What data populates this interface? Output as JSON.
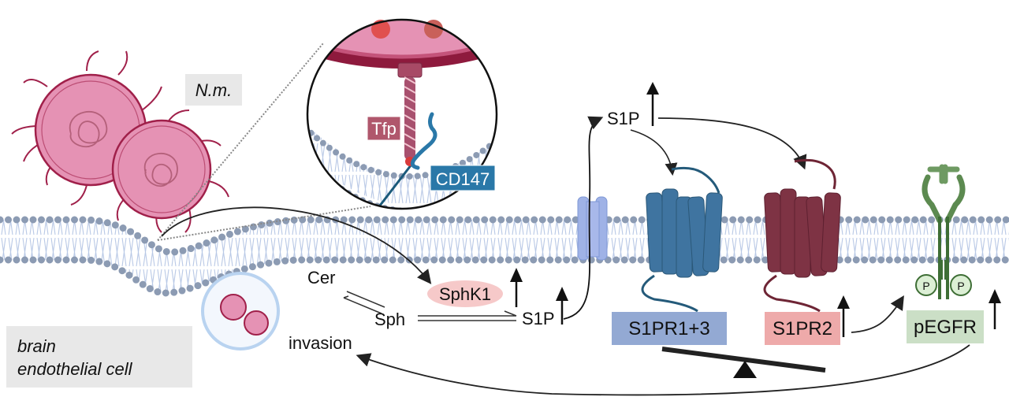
{
  "labels": {
    "bacterium": "N.m.",
    "pilus": "Tfp",
    "receptor_cd147": "CD147",
    "s1p_top": "S1P",
    "ceramide": "Cer",
    "sphingosine": "Sph",
    "kinase": "SphK1",
    "s1p_bottom": "S1P",
    "invasion": "invasion",
    "s1pr13": "S1PR1+3",
    "s1pr2": "S1PR2",
    "pegfr": "pEGFR",
    "phospho_1": "P",
    "phospho_2": "P",
    "cell_line1": "brain",
    "cell_line2": "endothelial cell"
  },
  "colors": {
    "bacterium": "#e592b4",
    "bacterium_outline": "#a0204a",
    "membrane_head": "#8c9bb3",
    "membrane_tail": "#b9c9e6",
    "s1pr13": "#3f74a0",
    "s1pr13_box": "#93a9d3",
    "s1pr2": "#7e3344",
    "s1pr2_box": "#eeaaaa",
    "egfr": "#3e6e35",
    "pegfr_box": "#cbdfc6",
    "cd147": "#2a78a8",
    "tfp_box": "#b0576c",
    "sphk1_bg": "#f6c9c9",
    "label_box": "#e8e8e8"
  }
}
